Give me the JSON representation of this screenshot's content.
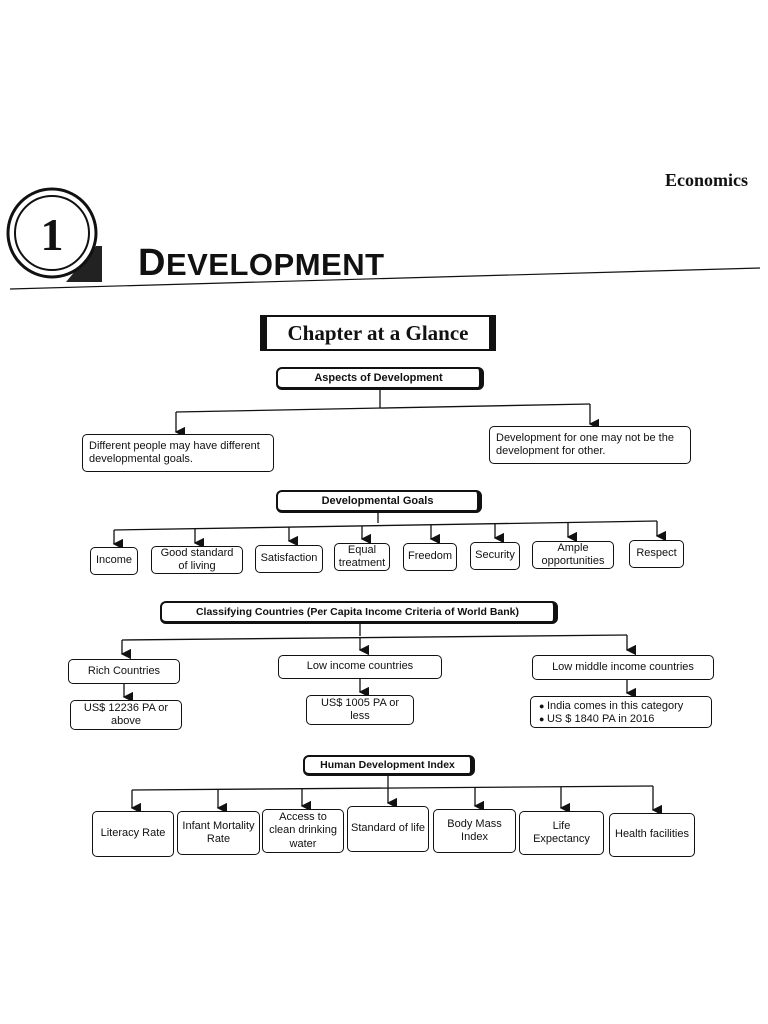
{
  "header": {
    "subject": "Economics",
    "chapter_number": "1",
    "chapter_title_cap": "D",
    "chapter_title_rest": "EVELOPMENT"
  },
  "glance_title": "Chapter at a Glance",
  "aspects": {
    "title": "Aspects of Development",
    "items": [
      "Different people may have different developmental goals.",
      "Development for one may not be the development for other."
    ]
  },
  "goals": {
    "title": "Developmental Goals",
    "items": [
      "Income",
      "Good standard of living",
      "Satisfaction",
      "Equal treatment",
      "Freedom",
      "Security",
      "Ample opportunities",
      "Respect"
    ]
  },
  "classifying": {
    "title": "Classifying Countries (Per Capita Income Criteria of World Bank)",
    "rich": {
      "label": "Rich Countries",
      "value": "US$ 12236 PA or above"
    },
    "low": {
      "label": "Low income countries",
      "value": "US$ 1005 PA or less"
    },
    "lower_middle": {
      "label": "Low middle income countries",
      "bullets": [
        "India comes in this category",
        "US $ 1840 PA in 2016"
      ]
    }
  },
  "hdi": {
    "title": "Human Development Index",
    "items": [
      "Literacy Rate",
      "Infant Mortality Rate",
      "Access to clean drinking water",
      "Standard of life",
      "Body Mass Index",
      "Life Expectancy",
      "Health facilities"
    ]
  }
}
